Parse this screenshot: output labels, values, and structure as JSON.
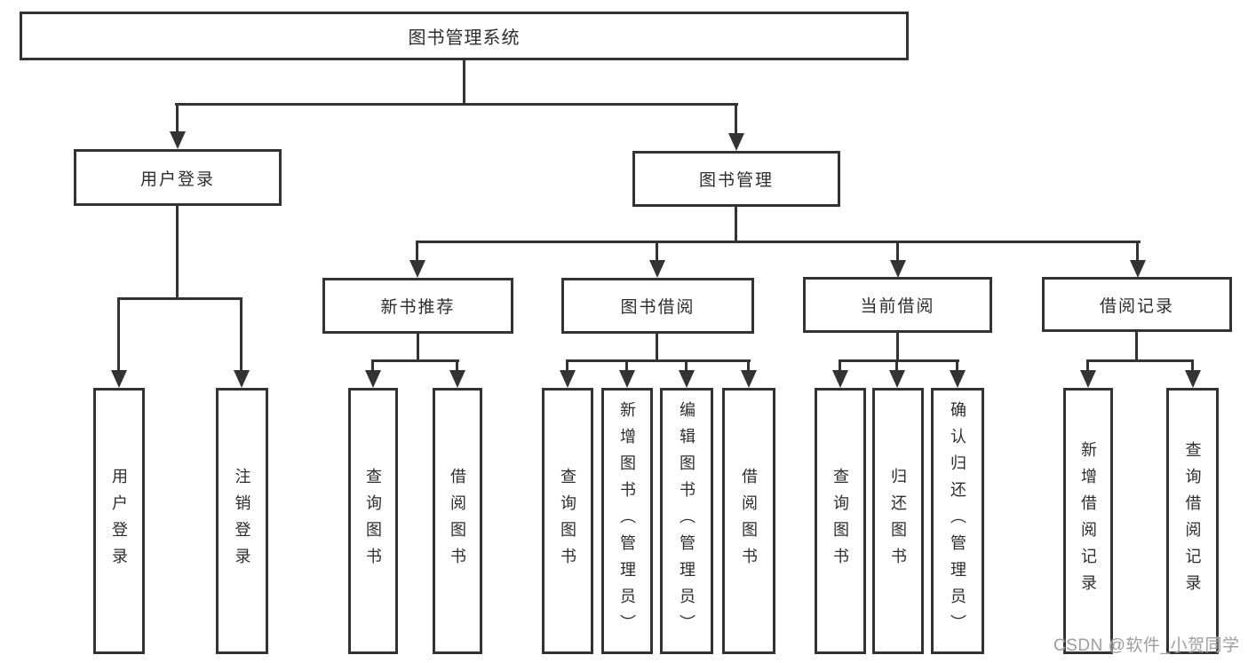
{
  "tree": {
    "root": "图书管理系统",
    "user_login": {
      "label": "用户登录",
      "children": [
        "用户登录",
        "注销登录"
      ]
    },
    "book_mgmt": {
      "label": "图书管理",
      "sections": [
        {
          "label": "新书推荐",
          "children": [
            "查询图书",
            "借阅图书"
          ]
        },
        {
          "label": "图书借阅",
          "children": [
            "查询图书",
            "新增图书（管理员）",
            "编辑图书（管理员）",
            "借阅图书"
          ]
        },
        {
          "label": "当前借阅",
          "children": [
            "查询图书",
            "归还图书",
            "确认归还（管理员）"
          ]
        },
        {
          "label": "借阅记录",
          "children": [
            "新增借阅记录",
            "查询借阅记录"
          ]
        }
      ]
    }
  },
  "watermark": "CSDN @软件_小贺同学",
  "colors": {
    "line": "#333333",
    "text": "#2d2d2d",
    "background": "#ffffff",
    "watermark": "#9e9e9e"
  }
}
